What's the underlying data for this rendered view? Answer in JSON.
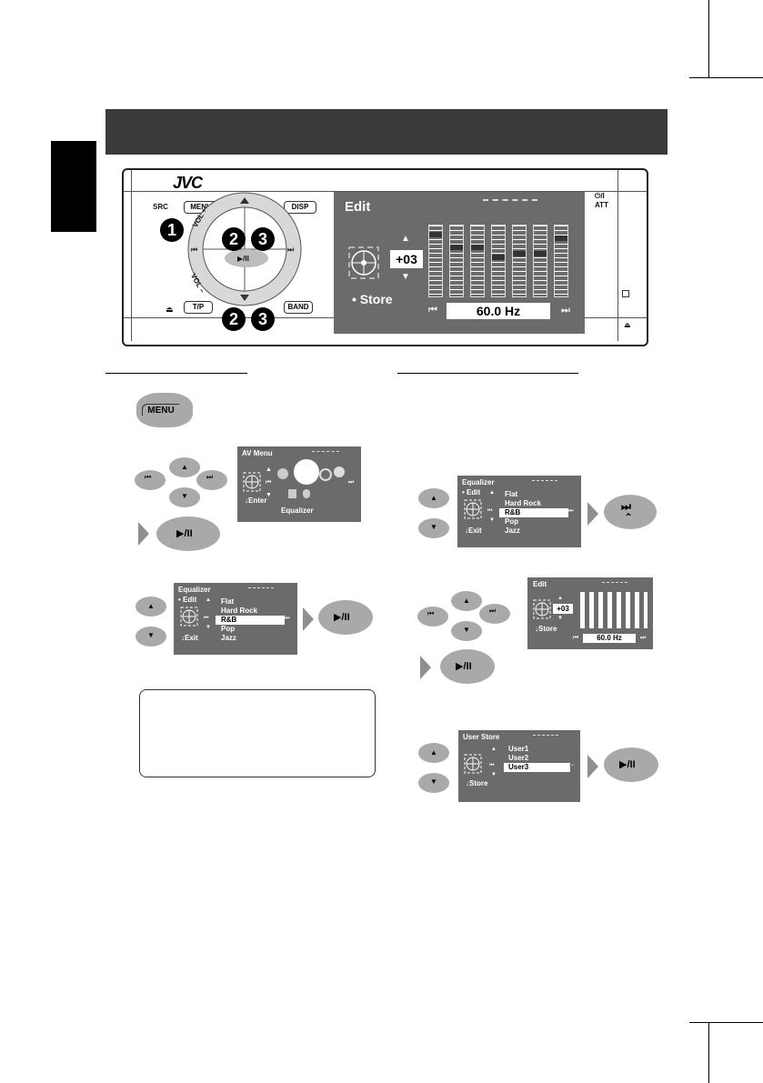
{
  "device": {
    "brand": "JVC",
    "buttons": {
      "src": "SRC",
      "menu": "MENU",
      "disp": "DISP",
      "tp": "T/P",
      "band": "BAND",
      "att": "ATT",
      "vol_plus": "VOL +",
      "vol_minus": "VOL –"
    },
    "step_numbers": {
      "one": "1",
      "two": "2",
      "three": "3",
      "comma": ","
    },
    "screen": {
      "title": "Edit",
      "value": "+03",
      "store": "Store",
      "freq": "60.0 Hz"
    }
  },
  "steps": {
    "menu_label": "MENU",
    "av_menu": {
      "title": "AV Menu",
      "enter": "Enter",
      "caption": "Equalizer"
    },
    "equalizer": {
      "title": "Equalizer",
      "edit": "Edit",
      "exit": "Exit",
      "items": [
        "Flat",
        "Hard Rock",
        "R&B",
        "Pop",
        "Jazz"
      ],
      "selected": "R&B"
    },
    "edit_small": {
      "title": "Edit",
      "value": "+03",
      "store": "Store",
      "freq": "60.0 Hz"
    },
    "user_store": {
      "title": "User Store",
      "store": "Store",
      "items": [
        "User1",
        "User2",
        "User3"
      ],
      "selected": "User3"
    }
  }
}
